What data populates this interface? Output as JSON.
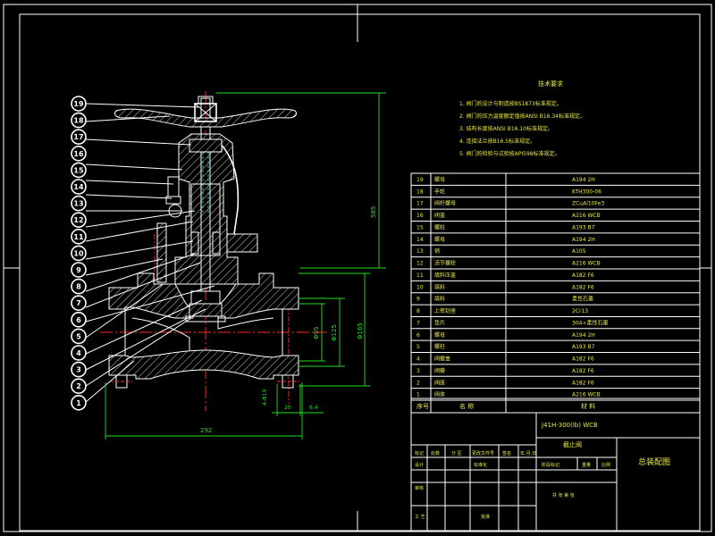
{
  "colors": {
    "background": "#000000",
    "frame": "#ffffff",
    "text": "#e8e84a",
    "center_lines": "#ff2a2a",
    "dimensions": "#22dd22",
    "thread": "#22e0e0"
  },
  "balloons": [
    "19",
    "18",
    "17",
    "16",
    "15",
    "14",
    "13",
    "12",
    "11",
    "10",
    "9",
    "8",
    "7",
    "6",
    "5",
    "4",
    "3",
    "2",
    "1"
  ],
  "tech_title": "技术要求",
  "tech_notes": [
    "1. 阀门的设计与制造按BS1873标准规定。",
    "2. 阀门的压力温度额定值按ANSI B16.34标准规定。",
    "3. 结构长度按ANSI B16.10标准规定。",
    "4. 连接法兰按B16.5标准规定。",
    "5. 阀门的检验与试验按API598标准规定。"
  ],
  "bom": [
    {
      "no": "19",
      "name": "螺母",
      "material": "A194 2H"
    },
    {
      "no": "18",
      "name": "手轮",
      "material": "KTH300-06"
    },
    {
      "no": "17",
      "name": "阀杆螺母",
      "material": "ZCuAl10Fe3"
    },
    {
      "no": "16",
      "name": "阀盖",
      "material": "A216 WCB"
    },
    {
      "no": "15",
      "name": "螺柱",
      "material": "A193 B7"
    },
    {
      "no": "14",
      "name": "螺母",
      "material": "A194 2H"
    },
    {
      "no": "13",
      "name": "销",
      "material": "A105"
    },
    {
      "no": "12",
      "name": "活节螺栓",
      "material": "A216 WCB"
    },
    {
      "no": "11",
      "name": "填料压盖",
      "material": "A182 F6"
    },
    {
      "no": "10",
      "name": "填料",
      "material": "A182 F6"
    },
    {
      "no": "9",
      "name": "填料",
      "material": "柔性石墨"
    },
    {
      "no": "8",
      "name": "上密封座",
      "material": "2Cr13"
    },
    {
      "no": "7",
      "name": "垫片",
      "material": "304+柔性石墨"
    },
    {
      "no": "6",
      "name": "螺母",
      "material": "A194 2H"
    },
    {
      "no": "5",
      "name": "螺柱",
      "material": "A193 B7"
    },
    {
      "no": "4",
      "name": "阀瓣盖",
      "material": "A182 F6"
    },
    {
      "no": "3",
      "name": "阀瓣",
      "material": "A182 F6"
    },
    {
      "no": "2",
      "name": "阀座",
      "material": "A182 F6"
    },
    {
      "no": "1",
      "name": "阀体",
      "material": "A216 WCB"
    }
  ],
  "bom_header": {
    "no": "序号",
    "name": "名 称",
    "material": "材 料"
  },
  "title_block": {
    "model": "J41H-300(lb) WCB",
    "name": "截止阀",
    "drawing_title": "总装配图",
    "r_mark": "标记",
    "r_count": "处数",
    "r_zone": "分 区",
    "r_change": "更改文件号",
    "r_sign": "签名",
    "r_date": "年.月.日",
    "design": "设计",
    "standard": "标准化",
    "review": "审核",
    "process": "工 艺",
    "approve": "批准",
    "stage": "阶段标记",
    "weight": "重量",
    "scale": "比例",
    "sheets": "共  张  第  张"
  },
  "dims": {
    "height": "585",
    "length": "292",
    "d1": "Φ95",
    "d2": "Φ125",
    "d3": "Φ165",
    "bolt_holes": "4-Φ19",
    "flange_t": "20",
    "rf": "6.4"
  }
}
